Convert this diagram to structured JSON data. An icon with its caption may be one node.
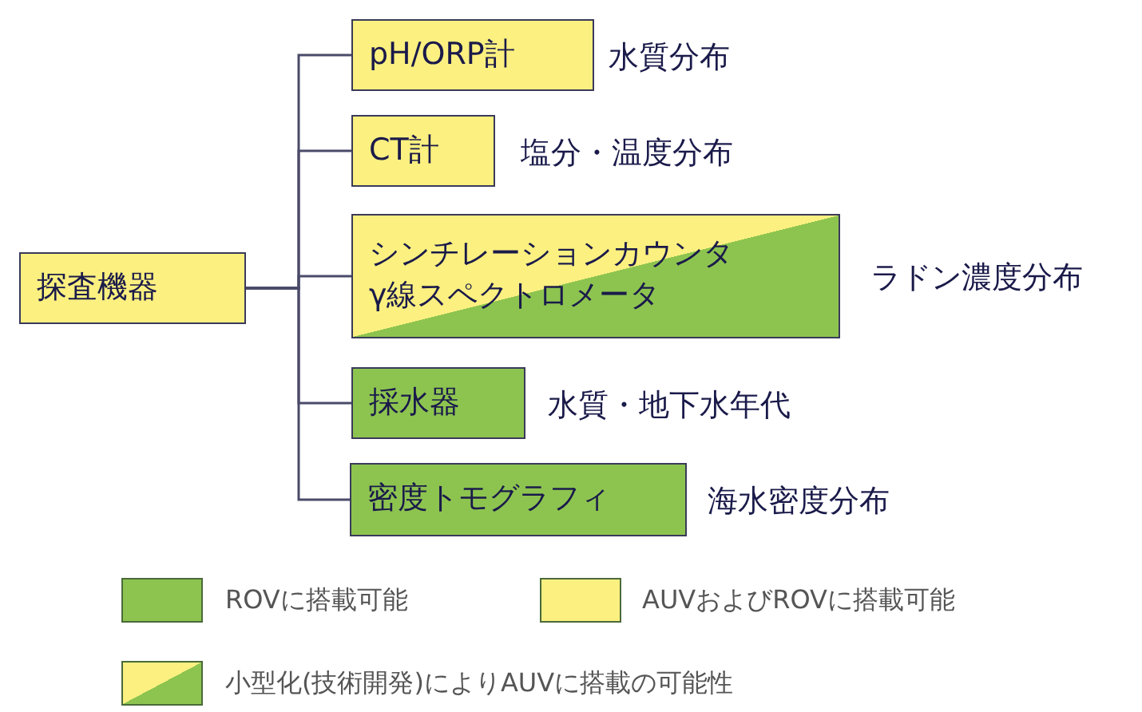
{
  "diagram": {
    "nodes": [
      {
        "text": [
          "探査機器"
        ]
      },
      {
        "text": [
          "pH/ORP計"
        ],
        "beside": [
          "水質分布"
        ]
      },
      {
        "text": [
          "CT計"
        ],
        "beside": [
          "塩分・温度分布"
        ]
      },
      {
        "text": [
          "シンチレーションカウンタ γ線スペクトロメータ"
        ],
        "beside": [
          "ラドン濃度分布"
        ]
      },
      {
        "text": [
          "採水器"
        ],
        "beside": [
          "水質・地下水年代"
        ]
      },
      {
        "text": [
          "密度トモグラフィ"
        ],
        "beside": [
          "海水密度分布"
        ]
      }
    ],
    "edges": [
      {
        "from": 0,
        "to": 1,
        "arrow": "none"
      },
      {
        "from": 0,
        "to": 2,
        "arrow": "none"
      },
      {
        "from": 0,
        "to": 3,
        "arrow": "none"
      },
      {
        "from": 0,
        "to": 4,
        "arrow": "none"
      },
      {
        "from": 0,
        "to": 5,
        "arrow": "none"
      }
    ],
    "legend": [
      {
        "text": "ROVに搭載可能",
        "color": "#8dc450"
      },
      {
        "text": "AUVおよびROVに搭載可能",
        "color": "#fbf080"
      },
      {
        "text": "小型化(技術開発)によりAUVに搭載の可能性"
      }
    ]
  }
}
